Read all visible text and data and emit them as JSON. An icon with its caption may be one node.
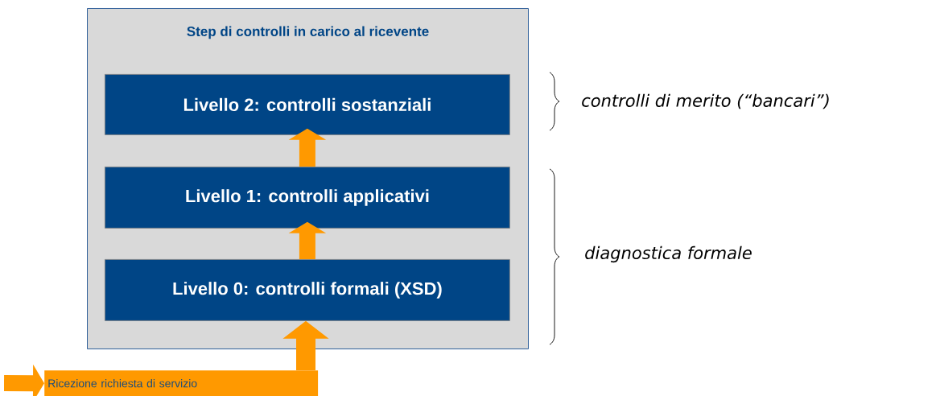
{
  "diagram": {
    "nodes": [
      {
        "text": [
          "Step di controlli in carico al ricevente"
        ]
      },
      {
        "text": [
          "Livello 2: controlli sostanziali"
        ],
        "in": 0
      },
      {
        "text": [
          "Livello 1: controlli applicativi"
        ],
        "in": 0
      },
      {
        "text": [
          "Livello 0: controlli formali (XSD)"
        ],
        "in": 0
      },
      {
        "text": [
          "Ricezione richiesta di servizio"
        ]
      }
    ],
    "edges": [
      {
        "from": 3,
        "to": 2,
        "arrow": "to"
      },
      {
        "from": 2,
        "to": 1,
        "arrow": "to"
      },
      {
        "from": 4,
        "to": 3,
        "arrow": "to"
      },
      {
        "from": null,
        "to": 4,
        "arrow": "to"
      }
    ],
    "labels": [
      "controlli di merito (“bancari”)",
      "diagnostica formale"
    ]
  }
}
